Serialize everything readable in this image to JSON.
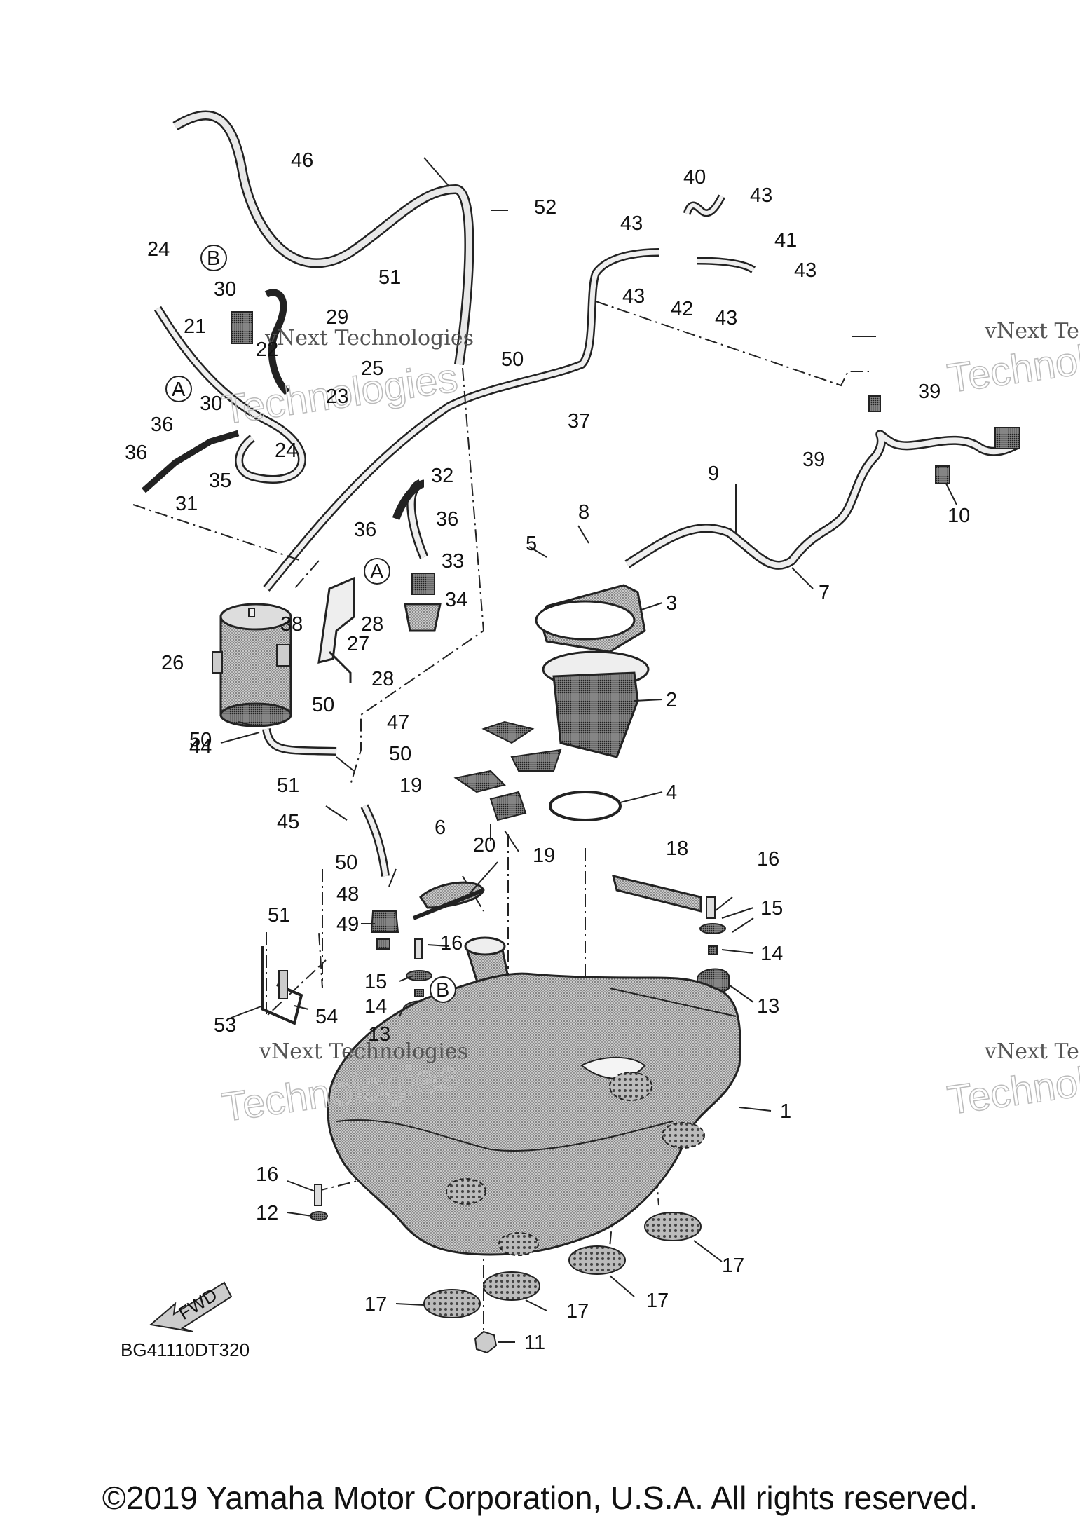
{
  "drawing_code": "BG41110DT320",
  "copyright": "©2019 Yamaha Motor Corporation, U.S.A. All rights reserved.",
  "watermark": {
    "line1": "vNext Technologies",
    "line2": "Technologies"
  },
  "arrow_label": "FWD",
  "refs": {
    "A": "A",
    "B": "B"
  },
  "callouts": {
    "p1": "1",
    "p2": "2",
    "p3": "3",
    "p4": "4",
    "p5": "5",
    "p6": "6",
    "p7": "7",
    "p8": "8",
    "p9": "9",
    "p10": "10",
    "p11": "11",
    "p12": "12",
    "p13a": "13",
    "p13b": "13",
    "p14a": "14",
    "p14b": "14",
    "p15a": "15",
    "p15b": "15",
    "p16a": "16",
    "p16b": "16",
    "p16c": "16",
    "p17a": "17",
    "p17b": "17",
    "p17c": "17",
    "p17d": "17",
    "p18": "18",
    "p19a": "19",
    "p19b": "19",
    "p20": "20",
    "p21": "21",
    "p22": "22",
    "p23": "23",
    "p24a": "24",
    "p24b": "24",
    "p25": "25",
    "p26": "26",
    "p27": "27",
    "p28a": "28",
    "p28b": "28",
    "p29": "29",
    "p30a": "30",
    "p30b": "30",
    "p31": "31",
    "p32": "32",
    "p33": "33",
    "p34": "34",
    "p35": "35",
    "p36a": "36",
    "p36b": "36",
    "p36c": "36",
    "p36d": "36",
    "p37": "37",
    "p38": "38",
    "p39a": "39",
    "p39b": "39",
    "p40": "40",
    "p41": "41",
    "p42": "42",
    "p43a": "43",
    "p43b": "43",
    "p43c": "43",
    "p43d": "43",
    "p43e": "43",
    "p44": "44",
    "p45": "45",
    "p46": "46",
    "p47": "47",
    "p48": "48",
    "p49": "49",
    "p50a": "50",
    "p50b": "50",
    "p50c": "50",
    "p50d": "50",
    "p50e": "50",
    "p51a": "51",
    "p51b": "51",
    "p51c": "51",
    "p52": "52",
    "p53": "53",
    "p54": "54"
  }
}
